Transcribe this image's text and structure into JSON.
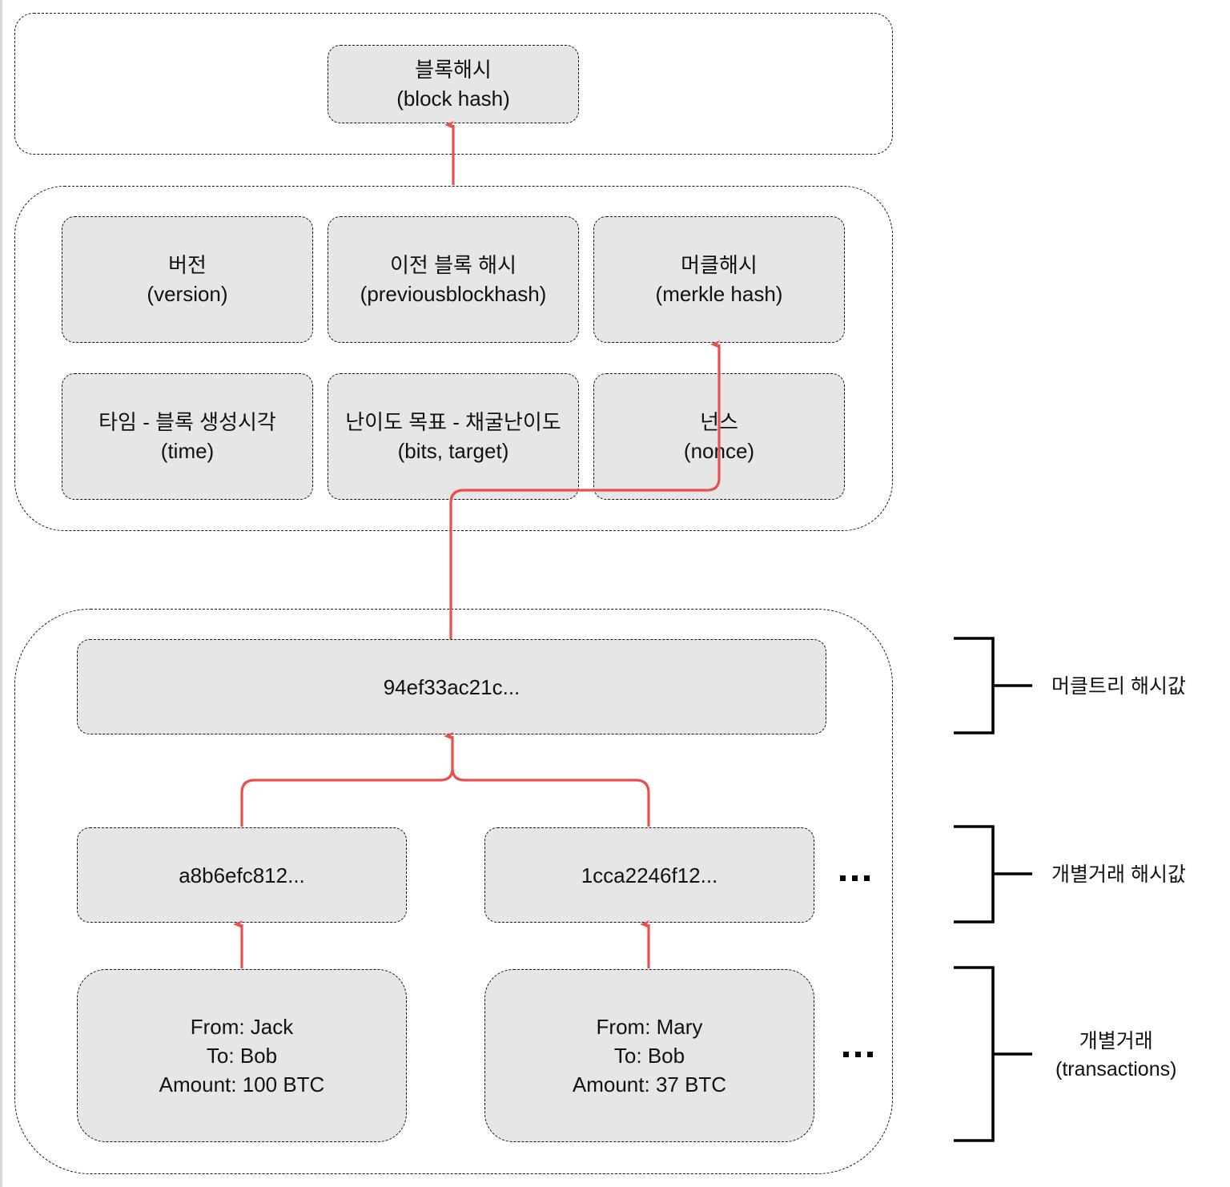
{
  "colors": {
    "node_fill": "#e6e6e6",
    "arrow": "#e8504e",
    "border": "#111111"
  },
  "block_hash": {
    "label_ko": "블록해시",
    "label_en": "(block hash)"
  },
  "header_fields": [
    {
      "label_ko": "버전",
      "label_en": "(version)"
    },
    {
      "label_ko": "이전 블록 해시",
      "label_en": "(previousblockhash)"
    },
    {
      "label_ko": "머클해시",
      "label_en": "(merkle hash)"
    },
    {
      "label_ko": "타임 - 블록 생성시각",
      "label_en": "(time)"
    },
    {
      "label_ko": "난이도 목표 - 채굴난이도",
      "label_en": "(bits, target)"
    },
    {
      "label_ko": "넌스",
      "label_en": "(nonce)"
    }
  ],
  "merkle_root": {
    "value": "94ef33ac21c..."
  },
  "tx_hashes": [
    {
      "value": "a8b6efc812..."
    },
    {
      "value": "1cca2246f12..."
    }
  ],
  "transactions": [
    {
      "from": "From: Jack",
      "to": "To: Bob",
      "amount": "Amount: 100 BTC"
    },
    {
      "from": "From: Mary",
      "to": "To: Bob",
      "amount": "Amount: 37 BTC"
    }
  ],
  "ellipsis": "...",
  "side_labels": {
    "merkle_root": "머클트리 해시값",
    "tx_hashes": "개별거래 해시값",
    "transactions_ko": "개별거래",
    "transactions_en": "(transactions)"
  }
}
